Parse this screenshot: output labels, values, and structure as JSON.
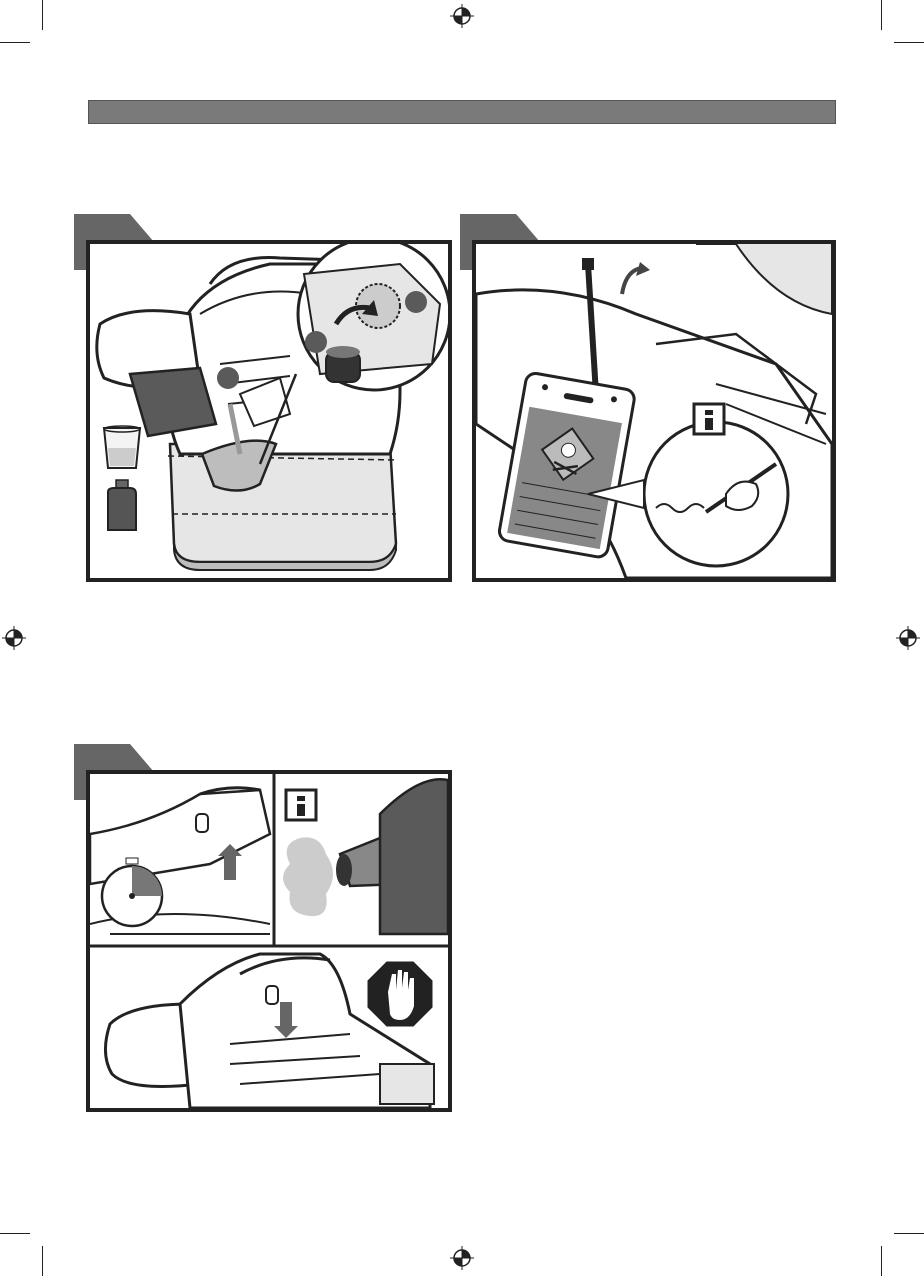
{
  "header": {
    "title": "",
    "color": "#7a7a7a"
  },
  "steps": [
    {
      "number": "",
      "label": "fill-tank",
      "callouts": [
        "",
        "",
        ""
      ]
    },
    {
      "number": "",
      "label": "remove-warning-tag"
    },
    {
      "number": "",
      "label": "startup-and-stop"
    }
  ],
  "colors": {
    "line": "#222222",
    "fill_light": "#e6e6e6",
    "fill_mid": "#bdbdbd",
    "fill_dark": "#5a5a5a",
    "tab": "#666666"
  }
}
